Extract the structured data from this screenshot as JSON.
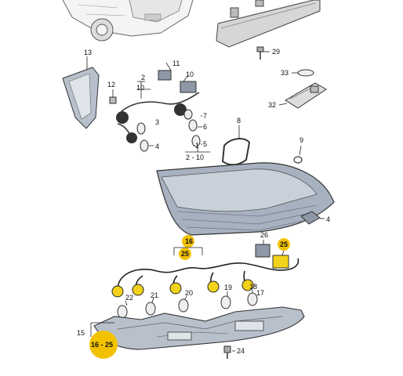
{
  "labels": {
    "l1": "1",
    "l1r": "2 - 10",
    "l2": "2",
    "l2r": "10",
    "l3": "3",
    "l4": "4",
    "l5": "5",
    "l6": "6",
    "l7": "7",
    "l8": "8",
    "l9": "9",
    "l10": "10",
    "l11": "11",
    "l12": "12",
    "l13": "13",
    "l15": "15",
    "l15r": "16 - 25",
    "l16": "16",
    "l16b": "25",
    "l17": "17",
    "l18": "18",
    "l19": "19",
    "l20": "20",
    "l21": "21",
    "l22": "22",
    "l24": "24",
    "l25": "25",
    "l26": "26",
    "l29": "29",
    "l32": "32",
    "l33": "33"
  },
  "colors": {
    "highlight": "#f2c200",
    "lamp_dark": "#8e98a6",
    "lamp_light": "#c8d0da",
    "housing": "#b8c0cc",
    "connector_yellow": "#f2d21a"
  }
}
